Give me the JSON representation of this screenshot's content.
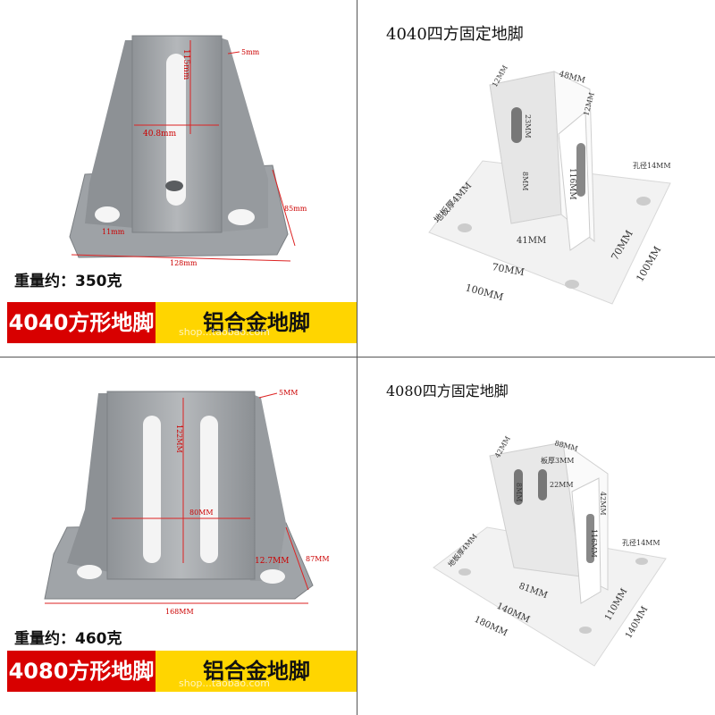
{
  "panels": [
    {
      "weight": "重量约：350克",
      "product": "4040方形地脚",
      "material": "铝合金地脚",
      "dims": {
        "height": "115mm",
        "thickness": "5mm",
        "inner_width": "40.8mm",
        "side": "85mm",
        "hole": "11mm",
        "base": "128mm"
      }
    },
    {
      "title": "4040四方固定地脚",
      "dims": {
        "top": "48MM",
        "side_a": "12MM",
        "slot": "23MM",
        "side_b": "12MM",
        "hole_a": "8MM",
        "height": "116MM",
        "plate": "地板厚4MM",
        "hole_d": "孔径14MM",
        "w41": "41MM",
        "w70a": "70MM",
        "w70b": "70MM",
        "w100a": "100MM",
        "w100b": "100MM"
      }
    },
    {
      "weight": "重量约：460克",
      "product": "4080方形地脚",
      "material": "铝合金地脚",
      "dims": {
        "thickness": "5MM",
        "height": "122MM",
        "inner_width": "80MM",
        "hole": "12.7MM",
        "side": "87MM",
        "base": "168MM"
      }
    },
    {
      "title": "4080四方固定地脚",
      "dims": {
        "top": "88MM",
        "side_a": "42MM",
        "plate_t": "板厚3MM",
        "slot": "22MM",
        "hole_a": "8MM",
        "height": "116MM",
        "side_b": "42MM",
        "plate": "地板厚4MM",
        "hole_d": "孔径14MM",
        "w81": "81MM",
        "w140a": "140MM",
        "w110": "110MM",
        "w180": "180MM",
        "w140b": "140MM"
      }
    }
  ],
  "watermark": "shop...taobao.com",
  "colors": {
    "red": "#d80000",
    "yellow": "#ffd500",
    "metal": "#a7aaad",
    "white_part": "#f0f0f0"
  }
}
